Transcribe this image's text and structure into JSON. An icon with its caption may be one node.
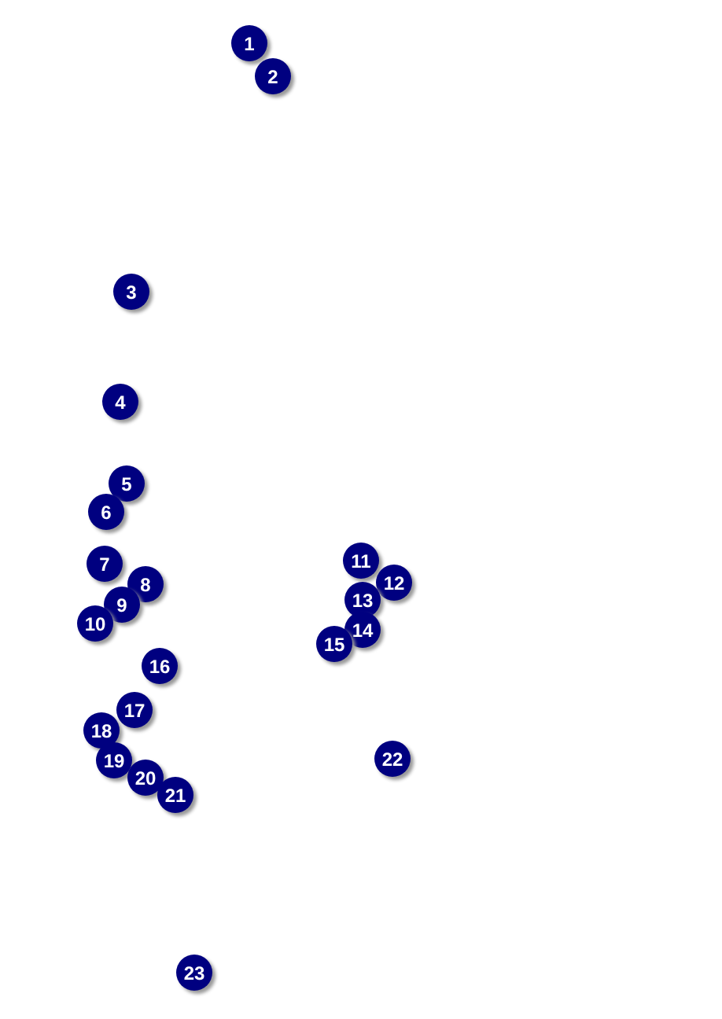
{
  "diagram": {
    "labels": [
      "1",
      "2",
      "3",
      "4",
      "5",
      "6",
      "7",
      "8",
      "9",
      "10",
      "11",
      "12",
      "13",
      "14",
      "15",
      "16",
      "17",
      "18",
      "19",
      "20",
      "21",
      "22",
      "23"
    ]
  }
}
